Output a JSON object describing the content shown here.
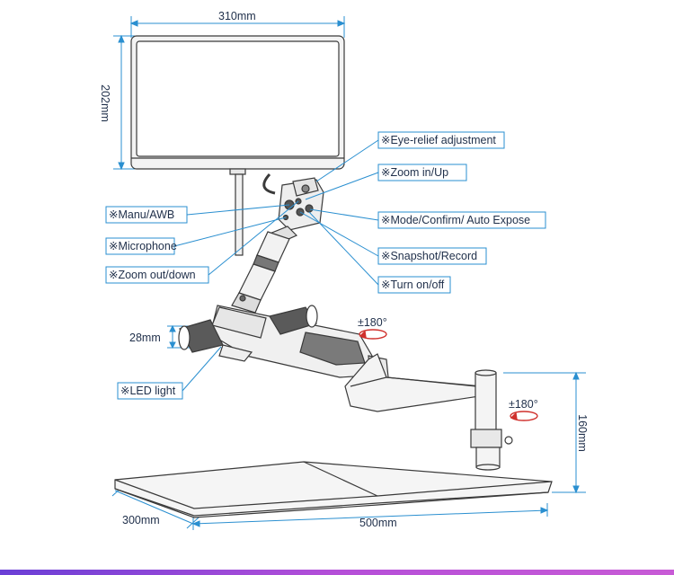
{
  "dimensions": {
    "monitor_width": "310mm",
    "monitor_height": "202mm",
    "lens_diameter": "28mm",
    "stand_height": "160mm",
    "base_depth": "300mm",
    "base_width": "500mm",
    "arm_rotation": "±180°",
    "pillar_rotation": "±180°"
  },
  "callouts": {
    "eye_relief": "※Eye-relief adjustment",
    "zoom_in": "※Zoom in/Up",
    "manu_awb": "※Manu/AWB",
    "mode_confirm": "※Mode/Confirm/ Auto Expose",
    "microphone": "※Microphone",
    "snapshot": "※Snapshot/Record",
    "zoom_out": "※Zoom out/down",
    "turn_onoff": "※Turn on/off",
    "led_light": "※LED light"
  },
  "colors": {
    "dimension_line": "#2a8fd0",
    "callout_box": "#2a8fd0",
    "outline": "#3a3a3a",
    "rotation_arrow": "#d0312d",
    "bottom_bar": "#a04fd6"
  }
}
